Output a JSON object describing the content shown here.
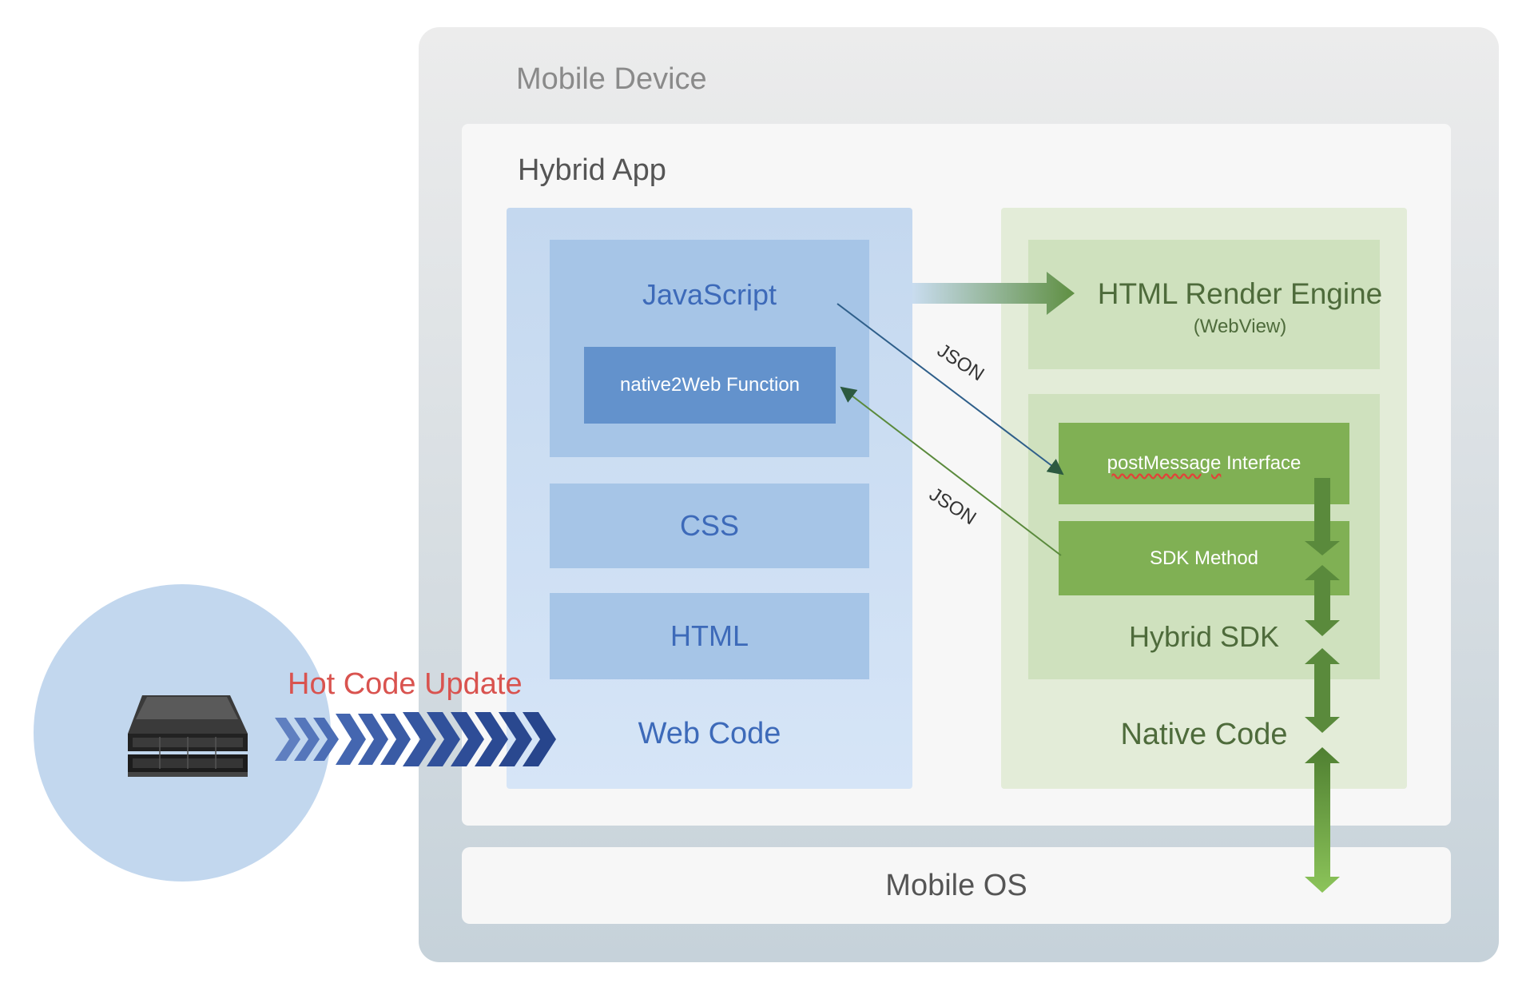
{
  "mobile_device": {
    "title": "Mobile Device"
  },
  "hybrid_app": {
    "title": "Hybrid App"
  },
  "web_code": {
    "label": "Web Code",
    "javascript": "JavaScript",
    "native2web": "native2Web Function",
    "css": "CSS",
    "html": "HTML"
  },
  "native_code": {
    "label": "Native Code",
    "render_engine": "HTML Render Engine",
    "render_engine_sub": "(WebView)",
    "post_message_word": "postMessage",
    "post_message_rest": " Interface",
    "sdk_method": "SDK Method",
    "hybrid_sdk": "Hybrid SDK"
  },
  "json_labels": {
    "to_native": "JSON",
    "to_web": "JSON"
  },
  "mobile_os": "Mobile OS",
  "server": {
    "icon": "server-icon",
    "update_label": "Hot Code Update"
  },
  "colors": {
    "web_text": "#3d6ab9",
    "native_text": "#4e6b3b",
    "hot_update": "#d9534f",
    "arrow_green": "#5a8a3c",
    "chevron_blue": "#2f4f96"
  }
}
